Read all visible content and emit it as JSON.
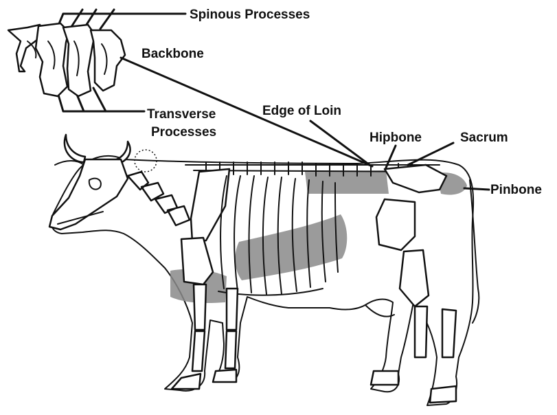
{
  "labels": {
    "spinous_processes": "Spinous Processes",
    "backbone": "Backbone",
    "transverse_line1": "Transverse",
    "transverse_line2": "Processes",
    "edge_of_loin": "Edge of Loin",
    "hipbone": "Hipbone",
    "sacrum": "Sacrum",
    "pinbone": "Pinbone"
  },
  "colors": {
    "ink": "#111111",
    "highlight": "#8a8a8a",
    "background": "#ffffff"
  }
}
